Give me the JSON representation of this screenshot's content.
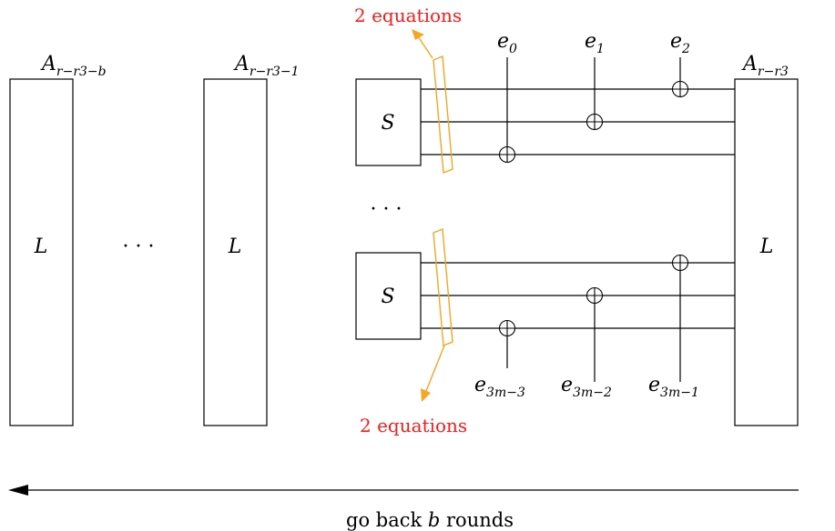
{
  "labels": {
    "a_left": "A",
    "a_left_sub": "r−r3−b",
    "a_mid": "A",
    "a_mid_sub": "r−r3−1",
    "a_right": "A",
    "a_right_sub": "r−r3"
  },
  "boxes": {
    "l_box_1": "L",
    "l_box_2": "L",
    "l_box_3": "L",
    "s_box_top": "S",
    "s_box_bottom": "S"
  },
  "ellipses": {
    "between_l": "· · ·",
    "between_s": "· · ·"
  },
  "keys_top": [
    "e",
    "e",
    "e"
  ],
  "keys_top_sub": [
    "0",
    "1",
    "2"
  ],
  "keys_bottom": [
    "e",
    "e",
    "e"
  ],
  "keys_bottom_sub": [
    "3m−3",
    "3m−2",
    "3m−1"
  ],
  "equations": {
    "top": "2 equations",
    "bottom": "2 equations"
  },
  "caption": {
    "pre": "go back ",
    "var": "b",
    "post": " rounds"
  },
  "colors": {
    "equation_text": "#ff1a1a",
    "bracket": "#f5a623"
  }
}
